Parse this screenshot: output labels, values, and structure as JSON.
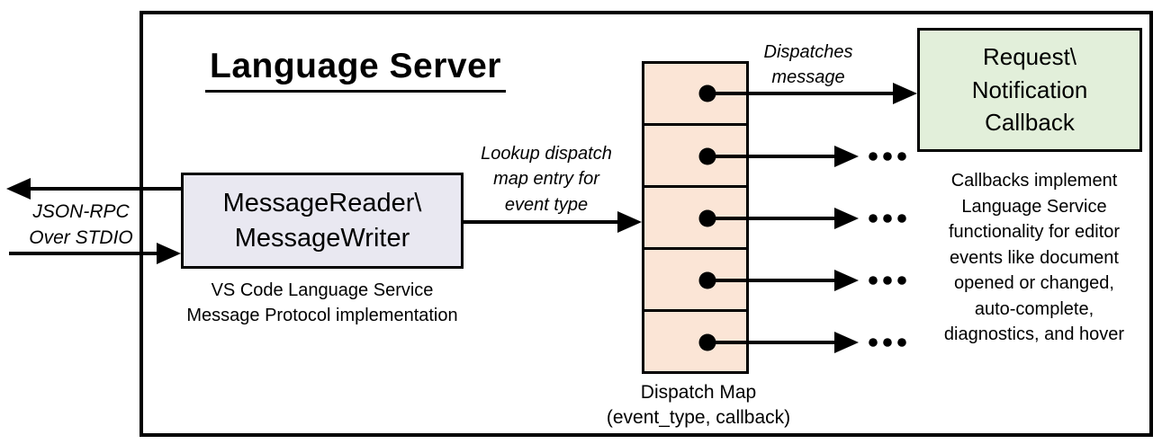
{
  "diagram": {
    "title": "Language Server"
  },
  "nodes": {
    "message_reader": {
      "label": "MessageReader\\\nMessageWriter",
      "caption": "VS Code Language Service\nMessage Protocol implementation",
      "fill": "#E9E8F1"
    },
    "dispatch_map": {
      "rows": 5,
      "caption": "Dispatch Map\n(event_type, callback)",
      "fill": "#FBE5D6"
    },
    "callback": {
      "label": "Request\\\nNotification\nCallback",
      "caption": "Callbacks implement\nLanguage Service\nfunctionality for editor\nevents like document\nopened or changed,\nauto-complete,\ndiagnostics, and hover",
      "fill": "#E2EFDA"
    }
  },
  "annotations": {
    "jsonrpc": "JSON-RPC\nOver STDIO",
    "lookup": "Lookup dispatch\nmap entry for\nevent type",
    "dispatches": "Dispatches\nmessage",
    "ellipsis": "..."
  },
  "colors": {
    "lavender_box": "#E9E8F1",
    "peach_box": "#FBE5D6",
    "green_box": "#E2EFDA",
    "line": "#000000",
    "background": "#FFFFFF"
  }
}
